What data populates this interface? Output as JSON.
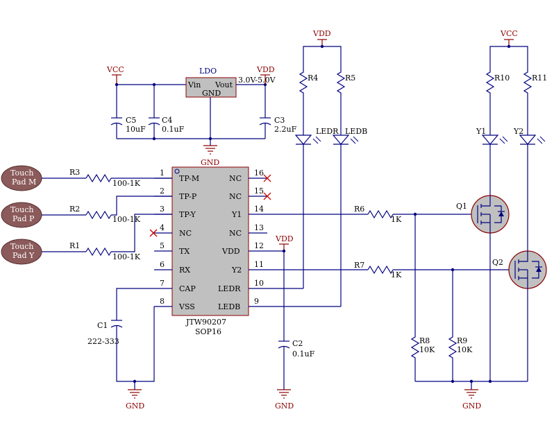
{
  "power": {
    "vcc": "VCC",
    "vdd": "VDD",
    "gnd": "GND"
  },
  "ldo": {
    "name": "LDO",
    "vin": "Vin",
    "vout": "Vout",
    "gnd": "GND",
    "range": "3.0V-5.0V"
  },
  "caps": {
    "c5": {
      "ref": "C5",
      "val": "10uF"
    },
    "c4": {
      "ref": "C4",
      "val": "0.1uF"
    },
    "c3": {
      "ref": "C3",
      "val": "2.2uF"
    },
    "c1": {
      "ref": "C1",
      "val": "222-333"
    },
    "c2": {
      "ref": "C2",
      "val": "0.1uF"
    }
  },
  "pads": {
    "m": {
      "line1": "Touch",
      "line2": "Pad M"
    },
    "p": {
      "line1": "Touch",
      "line2": "Pad P"
    },
    "y": {
      "line1": "Touch",
      "line2": "Pad Y"
    }
  },
  "resistors": {
    "r1": {
      "ref": "R1",
      "val": "100-1K"
    },
    "r2": {
      "ref": "R2",
      "val": "100-1K"
    },
    "r3": {
      "ref": "R3",
      "val": "100-1K"
    },
    "r4": {
      "ref": "R4"
    },
    "r5": {
      "ref": "R5"
    },
    "r6": {
      "ref": "R6",
      "val": "1K"
    },
    "r7": {
      "ref": "R7",
      "val": "1K"
    },
    "r8": {
      "ref": "R8",
      "val": "10K"
    },
    "r9": {
      "ref": "R9",
      "val": "10K"
    },
    "r10": {
      "ref": "R10"
    },
    "r11": {
      "ref": "R11"
    }
  },
  "leds": {
    "ledr": "LEDR",
    "ledb": "LEDB",
    "y1": "Y1",
    "y2": "Y2"
  },
  "transistors": {
    "q1": "Q1",
    "q2": "Q2"
  },
  "ic": {
    "part": "JTW90207",
    "package": "SOP16",
    "left_pins": [
      {
        "num": "1",
        "name": "TP-M"
      },
      {
        "num": "2",
        "name": "TP-P"
      },
      {
        "num": "3",
        "name": "TP-Y"
      },
      {
        "num": "4",
        "name": "NC"
      },
      {
        "num": "5",
        "name": "TX"
      },
      {
        "num": "6",
        "name": "RX"
      },
      {
        "num": "7",
        "name": "CAP"
      },
      {
        "num": "8",
        "name": "VSS"
      }
    ],
    "right_pins": [
      {
        "num": "16",
        "name": "NC"
      },
      {
        "num": "15",
        "name": "NC"
      },
      {
        "num": "14",
        "name": "Y1"
      },
      {
        "num": "13",
        "name": "NC"
      },
      {
        "num": "12",
        "name": "VDD"
      },
      {
        "num": "11",
        "name": "Y2"
      },
      {
        "num": "10",
        "name": "LEDR"
      },
      {
        "num": "9",
        "name": "LEDB"
      }
    ]
  },
  "colors": {
    "wire": "#000080",
    "power": "#8b0000",
    "body": "#c0c0c0",
    "pad": "#8b5a5a"
  }
}
